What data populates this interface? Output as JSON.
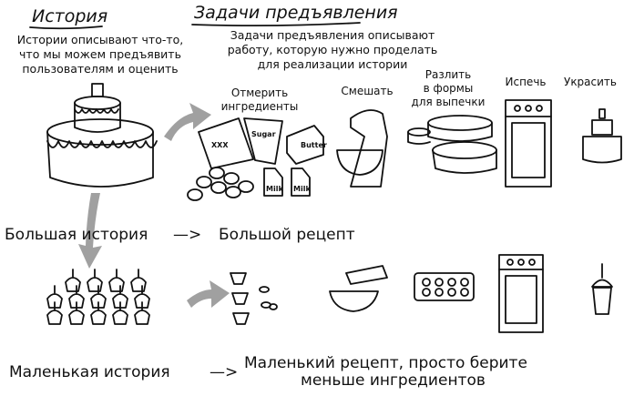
{
  "story": {
    "title": "История",
    "desc": [
      "Истории описывают что-то,",
      "что мы можем предъявить",
      "пользователям и оценить"
    ]
  },
  "tasks": {
    "title": "Задачи предъявления",
    "desc": [
      "Задачи предъявления описывают",
      "работу, которую нужно проделать",
      "для реализации истории"
    ]
  },
  "steps": [
    {
      "lines": [
        "Отмерить",
        "ингредиенты"
      ]
    },
    {
      "lines": [
        "Смешать"
      ]
    },
    {
      "lines": [
        "Разлить",
        "в формы",
        "для выпечки"
      ]
    },
    {
      "lines": [
        "Испечь"
      ]
    },
    {
      "lines": [
        "Украсить"
      ]
    }
  ],
  "ingredients": {
    "flour": "XXX",
    "sugar": "Sugar",
    "butter": "Butter",
    "milk": "Milk"
  },
  "big": {
    "story": "Большая история",
    "arrow": "—>",
    "recipe": "Большой рецепт"
  },
  "small": {
    "story": "Маленькая история",
    "arrow": "—>",
    "recipe": [
      "Маленький рецепт, просто берите",
      "меньше ингредиентов"
    ]
  },
  "colors": {
    "ink": "#111111",
    "arrow": "#a0a0a0"
  }
}
